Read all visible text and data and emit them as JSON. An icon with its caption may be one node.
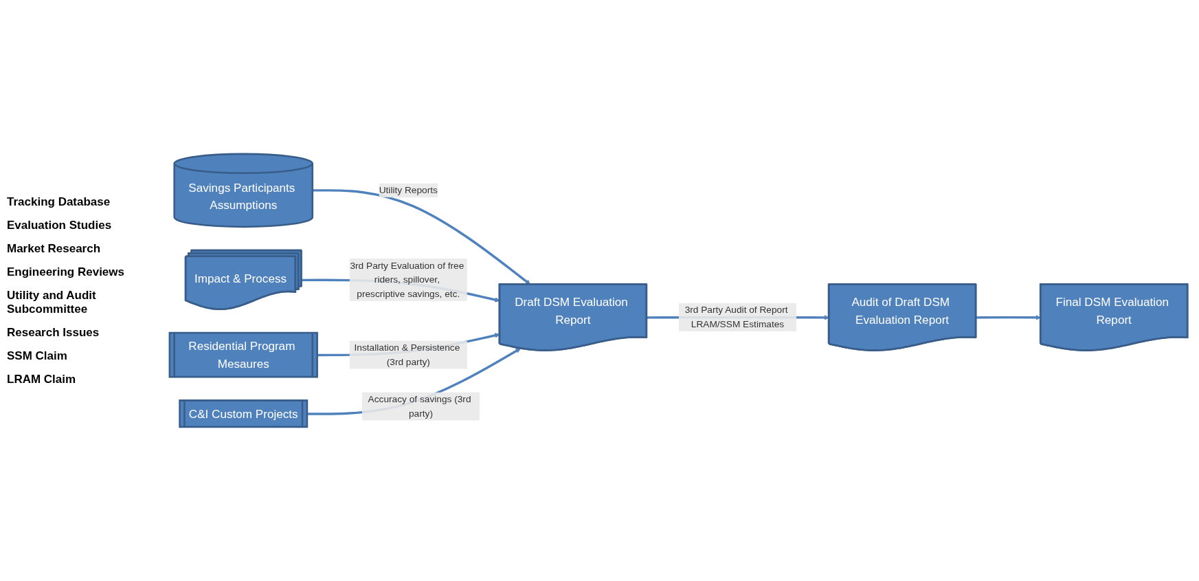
{
  "diagram": {
    "nodes": [
      {
        "text": [
          "Savings Participants Assumptions"
        ]
      },
      {
        "text": [
          "Impact & Process"
        ]
      },
      {
        "text": [
          "Residential Program Mesaures"
        ]
      },
      {
        "text": [
          "C&I Custom Projects"
        ]
      },
      {
        "text": [
          "Draft DSM Evaluation Report"
        ]
      },
      {
        "text": [
          "Audit of Draft DSM Evaluation Report"
        ]
      },
      {
        "text": [
          "Final DSM Evaluation Report"
        ]
      }
    ],
    "edges": [
      {
        "from": 0,
        "to": 4,
        "arrow": "to",
        "label": "Utility Reports"
      },
      {
        "from": 1,
        "to": 4,
        "arrow": "to",
        "label": "3rd Party Evaluation of free riders, spillover, prescriptive savings, etc."
      },
      {
        "from": 2,
        "to": 4,
        "arrow": "to",
        "label": "Installation & Persistence (3rd party)"
      },
      {
        "from": 3,
        "to": 4,
        "arrow": "to",
        "label": "Accuracy of savings (3rd party)"
      },
      {
        "from": 4,
        "to": 5,
        "arrow": "to",
        "label": "3rd Party Audit of Report LRAM/SSM Estimates"
      },
      {
        "from": 5,
        "to": 6,
        "arrow": "to"
      }
    ],
    "labels": [
      "Tracking Database",
      "Evaluation Studies",
      "Market Research",
      "Engineering Reviews",
      "Utility and Audit Subcommittee",
      "Research Issues",
      "SSM Claim",
      "LRAM Claim"
    ]
  }
}
